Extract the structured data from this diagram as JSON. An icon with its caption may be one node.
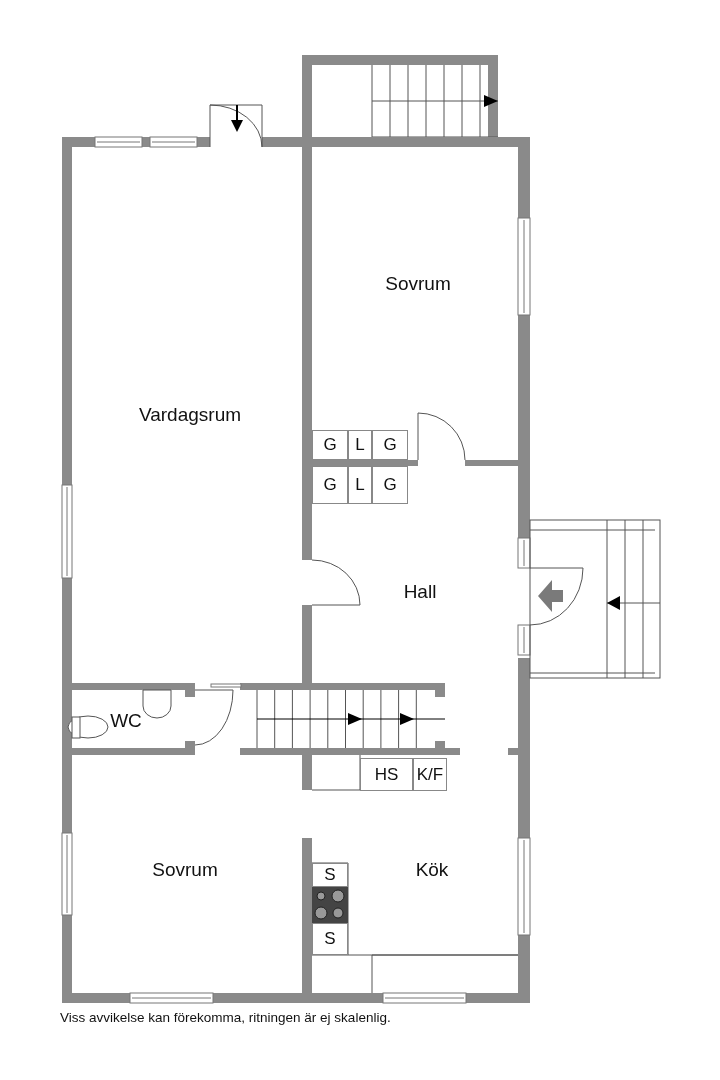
{
  "diagram": {
    "caption": "Viss avvikelse kan förekomma, ritningen är ej skalenlig.",
    "nodes": [
      {
        "text": [
          "G"
        ]
      },
      {
        "text": [
          "L"
        ]
      },
      {
        "text": [
          "G"
        ]
      },
      {
        "text": [
          "G"
        ]
      },
      {
        "text": [
          "L"
        ]
      },
      {
        "text": [
          "G"
        ]
      },
      {
        "text": [
          "HS"
        ]
      },
      {
        "text": [
          "K/F"
        ]
      },
      {
        "text": [
          "S"
        ]
      },
      {
        "text": [
          "S"
        ]
      }
    ],
    "labels": [
      "Sovrum",
      "Vardagsrum",
      "Hall",
      "WC",
      "Sovrum",
      "Kök"
    ]
  }
}
